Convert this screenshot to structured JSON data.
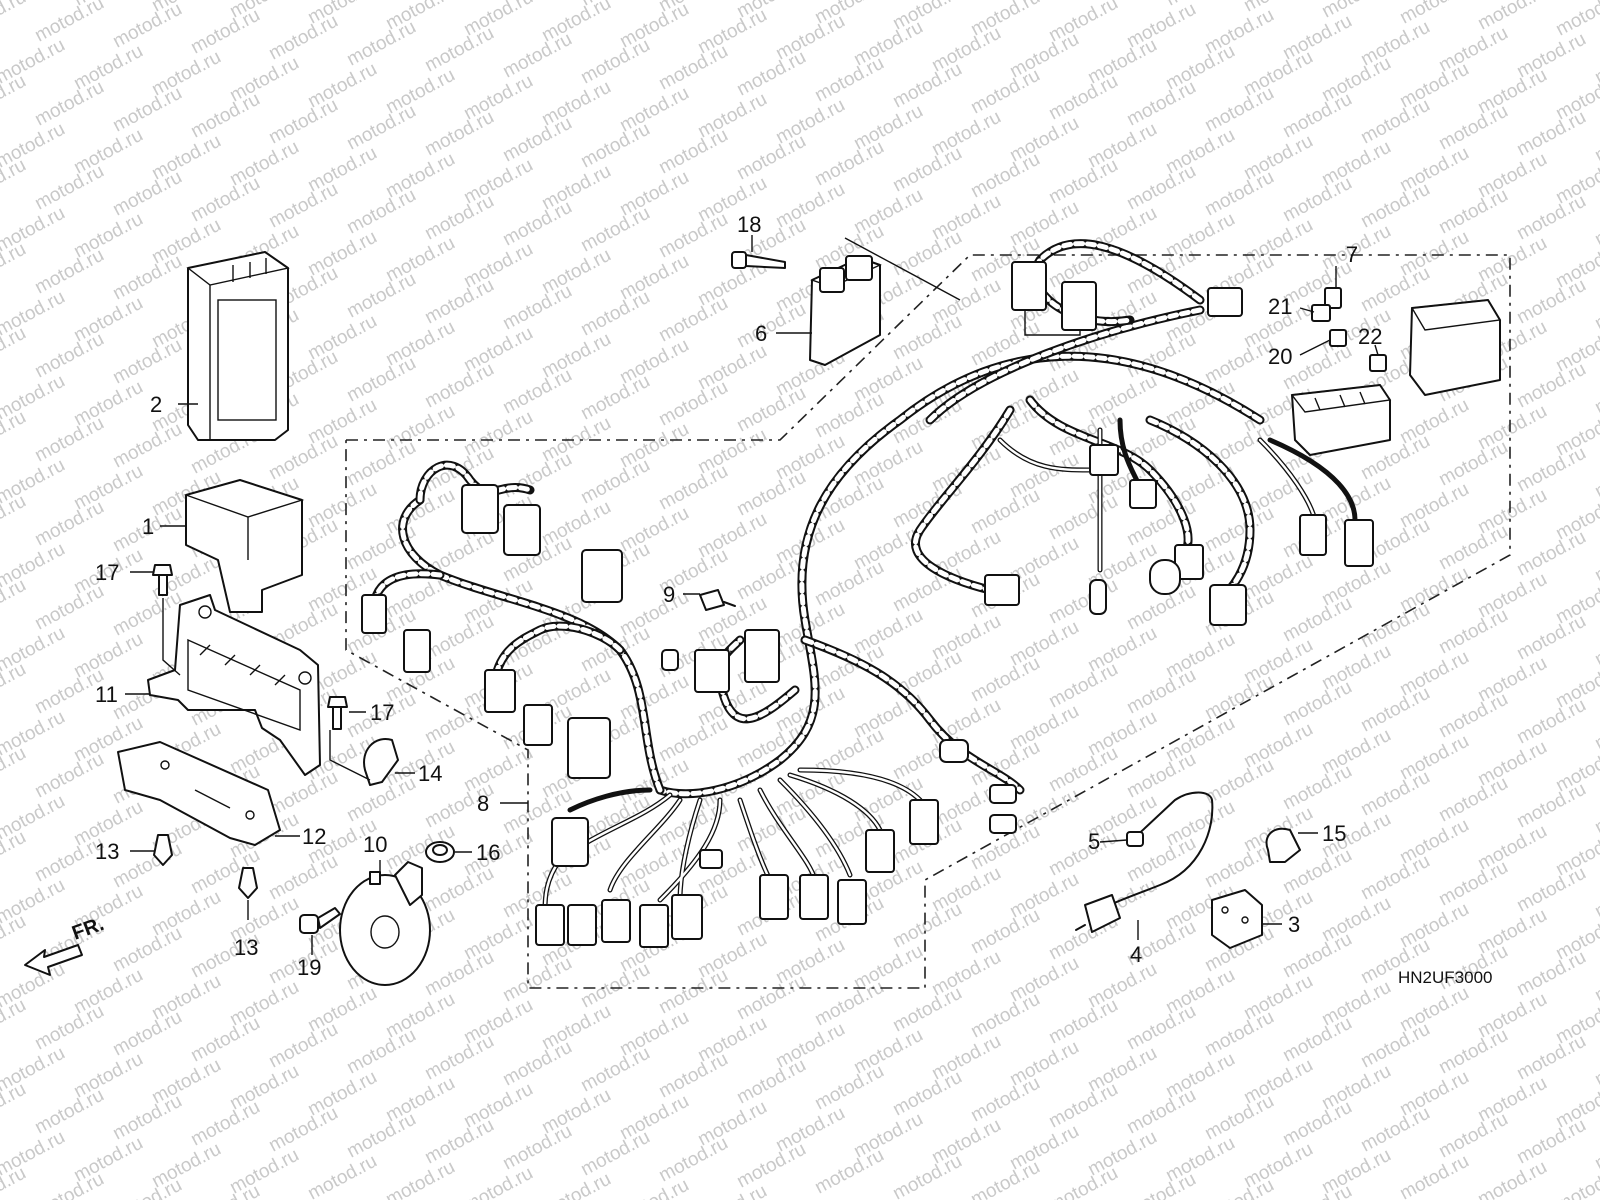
{
  "diagram": {
    "drawing_code": "HN2UF3000",
    "front_marker": "FR.",
    "watermark": "motod.ru",
    "callouts": [
      {
        "id": "c1",
        "label": "1"
      },
      {
        "id": "c2",
        "label": "2"
      },
      {
        "id": "c3",
        "label": "3"
      },
      {
        "id": "c4",
        "label": "4"
      },
      {
        "id": "c5",
        "label": "5"
      },
      {
        "id": "c6",
        "label": "6"
      },
      {
        "id": "c7",
        "label": "7"
      },
      {
        "id": "c8",
        "label": "8"
      },
      {
        "id": "c9",
        "label": "9"
      },
      {
        "id": "c10",
        "label": "10"
      },
      {
        "id": "c11",
        "label": "11"
      },
      {
        "id": "c12",
        "label": "12"
      },
      {
        "id": "c13a",
        "label": "13"
      },
      {
        "id": "c13b",
        "label": "13"
      },
      {
        "id": "c14",
        "label": "14"
      },
      {
        "id": "c15",
        "label": "15"
      },
      {
        "id": "c16",
        "label": "16"
      },
      {
        "id": "c17a",
        "label": "17"
      },
      {
        "id": "c17b",
        "label": "17"
      },
      {
        "id": "c18",
        "label": "18"
      },
      {
        "id": "c19",
        "label": "19"
      },
      {
        "id": "c20",
        "label": "20"
      },
      {
        "id": "c21",
        "label": "21"
      },
      {
        "id": "c22",
        "label": "22"
      }
    ],
    "colors": {
      "ink": "#111111",
      "watermark": "#c9c9c9",
      "background": "#ffffff"
    }
  }
}
